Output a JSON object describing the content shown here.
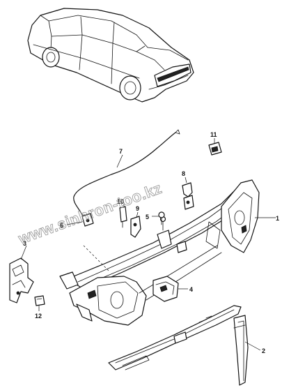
{
  "watermark": "www.sinhron-too.kz",
  "callouts": [
    {
      "id": "callout-1",
      "label": "1"
    },
    {
      "id": "callout-2",
      "label": "2"
    },
    {
      "id": "callout-3",
      "label": "3"
    },
    {
      "id": "callout-4",
      "label": "4"
    },
    {
      "id": "callout-5",
      "label": "5"
    },
    {
      "id": "callout-6",
      "label": "6"
    },
    {
      "id": "callout-7",
      "label": "7"
    },
    {
      "id": "callout-8",
      "label": "8"
    },
    {
      "id": "callout-9",
      "label": "9"
    },
    {
      "id": "callout-10",
      "label": "10"
    },
    {
      "id": "callout-11",
      "label": "11"
    },
    {
      "id": "callout-12",
      "label": "12"
    }
  ]
}
